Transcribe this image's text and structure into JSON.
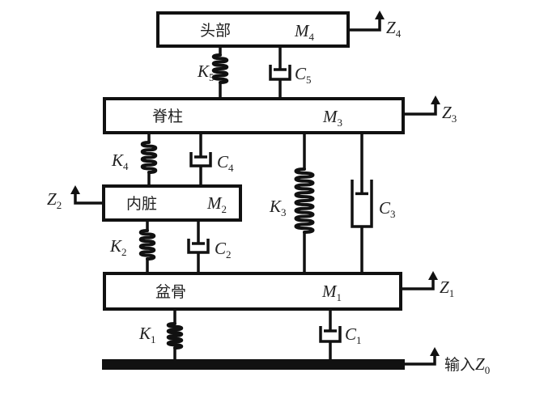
{
  "title": "Human body 4-DOF lumped mass-spring-damper model",
  "masses": [
    {
      "id": "head",
      "label": "头部",
      "symbol": "M",
      "sub": "4",
      "disp_symbol": "Z",
      "disp_sub": "4"
    },
    {
      "id": "spine",
      "label": "脊柱",
      "symbol": "M",
      "sub": "3",
      "disp_symbol": "Z",
      "disp_sub": "3"
    },
    {
      "id": "viscera",
      "label": "内脏",
      "symbol": "M",
      "sub": "2",
      "disp_symbol": "Z",
      "disp_sub": "2"
    },
    {
      "id": "pelvis",
      "label": "盆骨",
      "symbol": "M",
      "sub": "1",
      "disp_symbol": "Z",
      "disp_sub": "1"
    }
  ],
  "springs": [
    {
      "id": "K5",
      "symbol": "K",
      "sub": "5",
      "connects": [
        "spine",
        "head"
      ]
    },
    {
      "id": "K4",
      "symbol": "K",
      "sub": "4",
      "connects": [
        "viscera",
        "spine"
      ]
    },
    {
      "id": "K3",
      "symbol": "K",
      "sub": "3",
      "connects": [
        "pelvis",
        "spine"
      ]
    },
    {
      "id": "K2",
      "symbol": "K",
      "sub": "2",
      "connects": [
        "pelvis",
        "viscera"
      ]
    },
    {
      "id": "K1",
      "symbol": "K",
      "sub": "1",
      "connects": [
        "ground",
        "pelvis"
      ]
    }
  ],
  "dampers": [
    {
      "id": "C5",
      "symbol": "C",
      "sub": "5",
      "connects": [
        "spine",
        "head"
      ]
    },
    {
      "id": "C4",
      "symbol": "C",
      "sub": "4",
      "connects": [
        "viscera",
        "spine"
      ]
    },
    {
      "id": "C3",
      "symbol": "C",
      "sub": "3",
      "connects": [
        "pelvis",
        "spine"
      ]
    },
    {
      "id": "C2",
      "symbol": "C",
      "sub": "2",
      "connects": [
        "pelvis",
        "viscera"
      ]
    },
    {
      "id": "C1",
      "symbol": "C",
      "sub": "1",
      "connects": [
        "ground",
        "pelvis"
      ]
    }
  ],
  "input": {
    "label": "输入",
    "symbol": "Z",
    "sub": "0"
  }
}
